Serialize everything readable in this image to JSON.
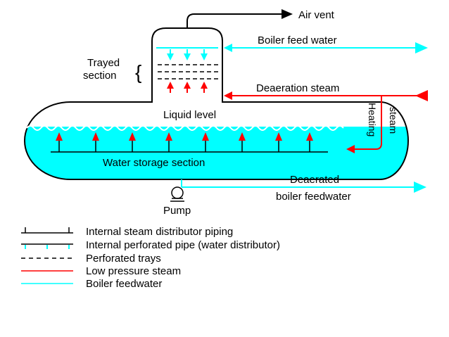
{
  "labels": {
    "air_vent": "Air vent",
    "boiler_feed_water": "Boiler feed water",
    "trayed_section_line1": "Trayed",
    "trayed_section_line2": "section",
    "deaeration_steam": "Deaeration steam",
    "liquid_level": "Liquid level",
    "heating_steam_line1": "Heating",
    "heating_steam_line2": "steam",
    "water_storage_section": "Water storage section",
    "deaerated_line1": "Deaerated",
    "deaerated_line2": "boiler feedwater",
    "pump": "Pump",
    "brace": "{"
  },
  "legend": [
    {
      "label": "Internal steam distributor piping",
      "icon": "steam-distributor-piping-symbol"
    },
    {
      "label": "Internal perforated pipe (water distributor)",
      "icon": "water-distributor-pipe-symbol"
    },
    {
      "label": "Perforated trays",
      "icon": "perforated-trays-symbol"
    },
    {
      "label": "Low pressure steam",
      "icon": "low-pressure-steam-line",
      "color": "#ff0000"
    },
    {
      "label": "Boiler feedwater",
      "icon": "boiler-feedwater-line",
      "color": "#00ffff"
    }
  ],
  "colors": {
    "steam": "#ff0000",
    "feedwater": "#00ffff",
    "water_fill": "#00ffff",
    "outline": "#000000"
  }
}
